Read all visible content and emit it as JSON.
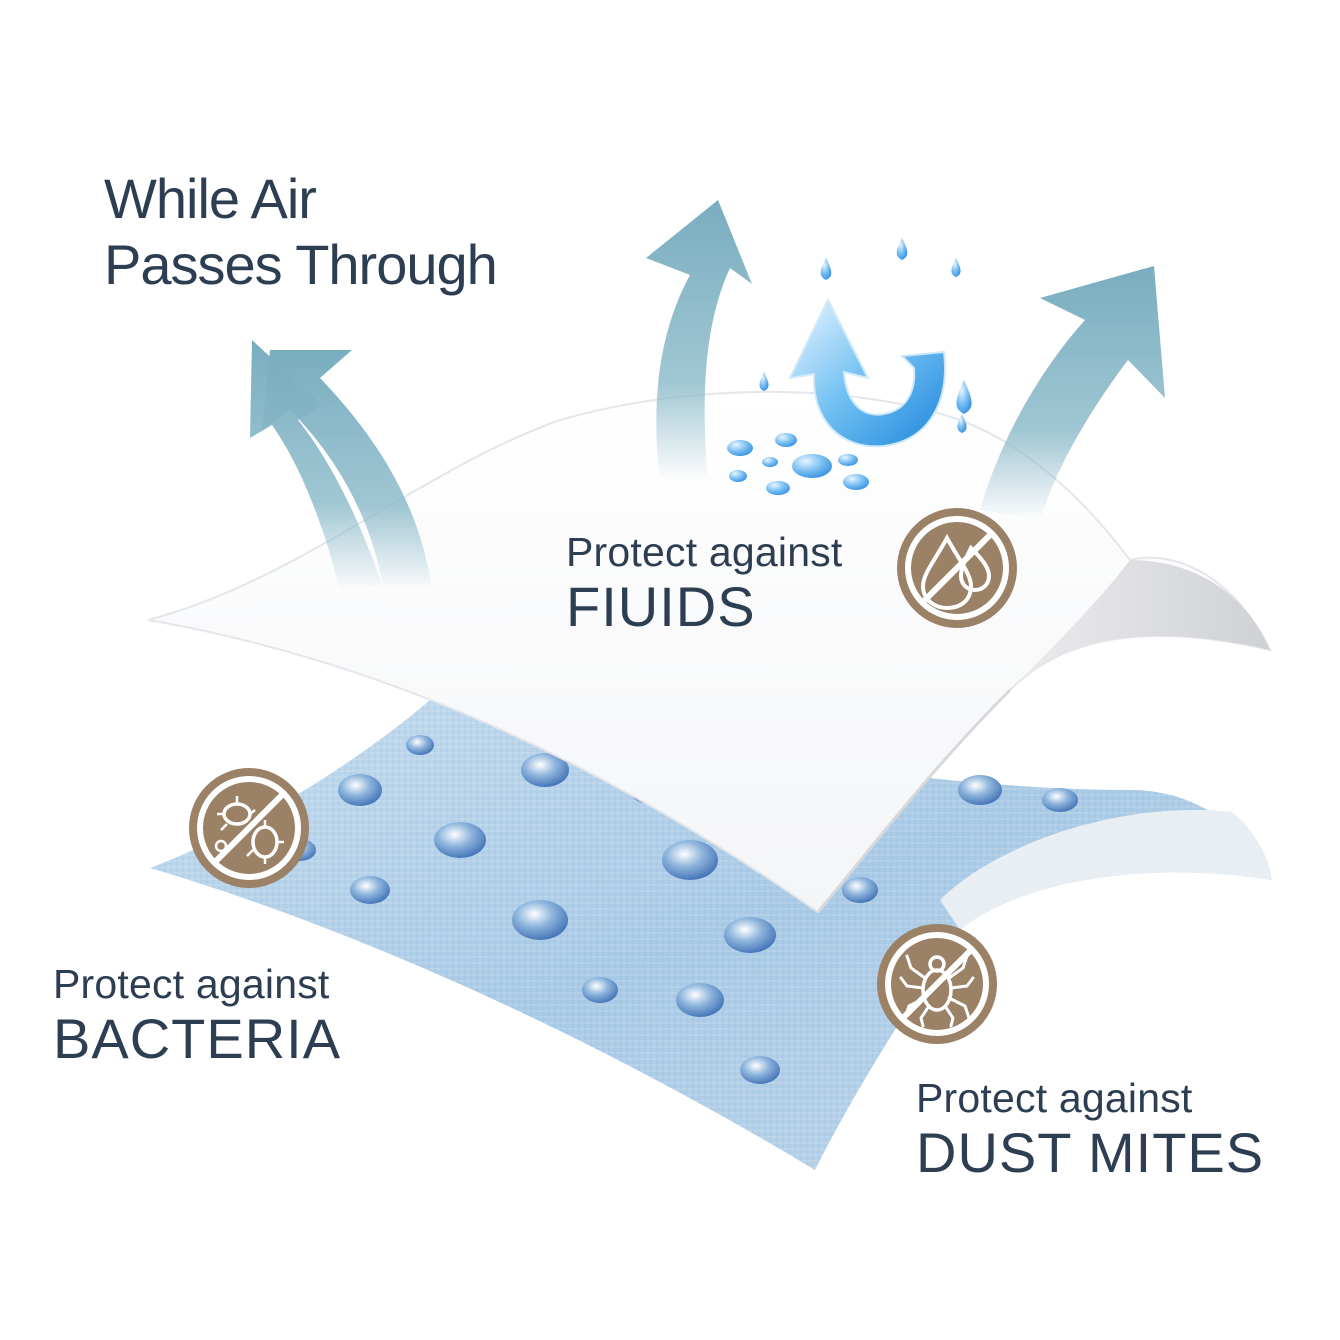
{
  "headline": {
    "line1": "While Air",
    "line2": "Passes Through"
  },
  "captions": {
    "fluids": {
      "prefix": "Protect against",
      "subject": "FIUIDS"
    },
    "bacteria": {
      "prefix": "Protect against",
      "subject": "BACTERIA"
    },
    "dust_mites": {
      "prefix": "Protect against",
      "subject": "DUST MITES"
    }
  },
  "icons": {
    "fluids": "no-water-drop-icon",
    "bacteria": "no-bacteria-icon",
    "dust_mites": "no-dust-mite-icon",
    "water_repel": "water-repel-arrow-icon"
  },
  "colors": {
    "text": "#2d3e52",
    "badge": "#9b8165",
    "arrow": "#7fb2c2",
    "fabric_blue": "#9cc3e3",
    "water": "#3f9be6"
  }
}
